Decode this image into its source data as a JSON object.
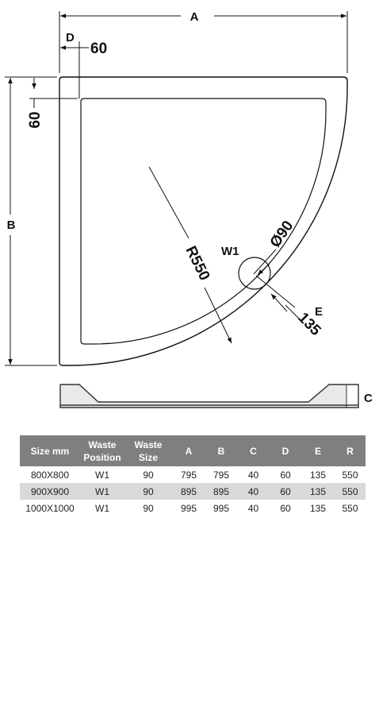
{
  "diagram": {
    "labels": {
      "A": "A",
      "B": "B",
      "C": "C",
      "D": "D",
      "E": "E",
      "D_value": "60",
      "rim_value": "60",
      "radius": "R550",
      "waste_diameter": "Ø90",
      "waste_position": "W1",
      "waste_offset": "135"
    }
  },
  "table": {
    "headers": [
      "Size mm",
      "Waste\nPosition",
      "Waste\nSize",
      "A",
      "B",
      "C",
      "D",
      "E",
      "R"
    ],
    "rows": [
      [
        "800X800",
        "W1",
        "90",
        "795",
        "795",
        "40",
        "60",
        "135",
        "550"
      ],
      [
        "900X900",
        "W1",
        "90",
        "895",
        "895",
        "40",
        "60",
        "135",
        "550"
      ],
      [
        "1000X1000",
        "W1",
        "90",
        "995",
        "995",
        "40",
        "60",
        "135",
        "550"
      ]
    ]
  }
}
